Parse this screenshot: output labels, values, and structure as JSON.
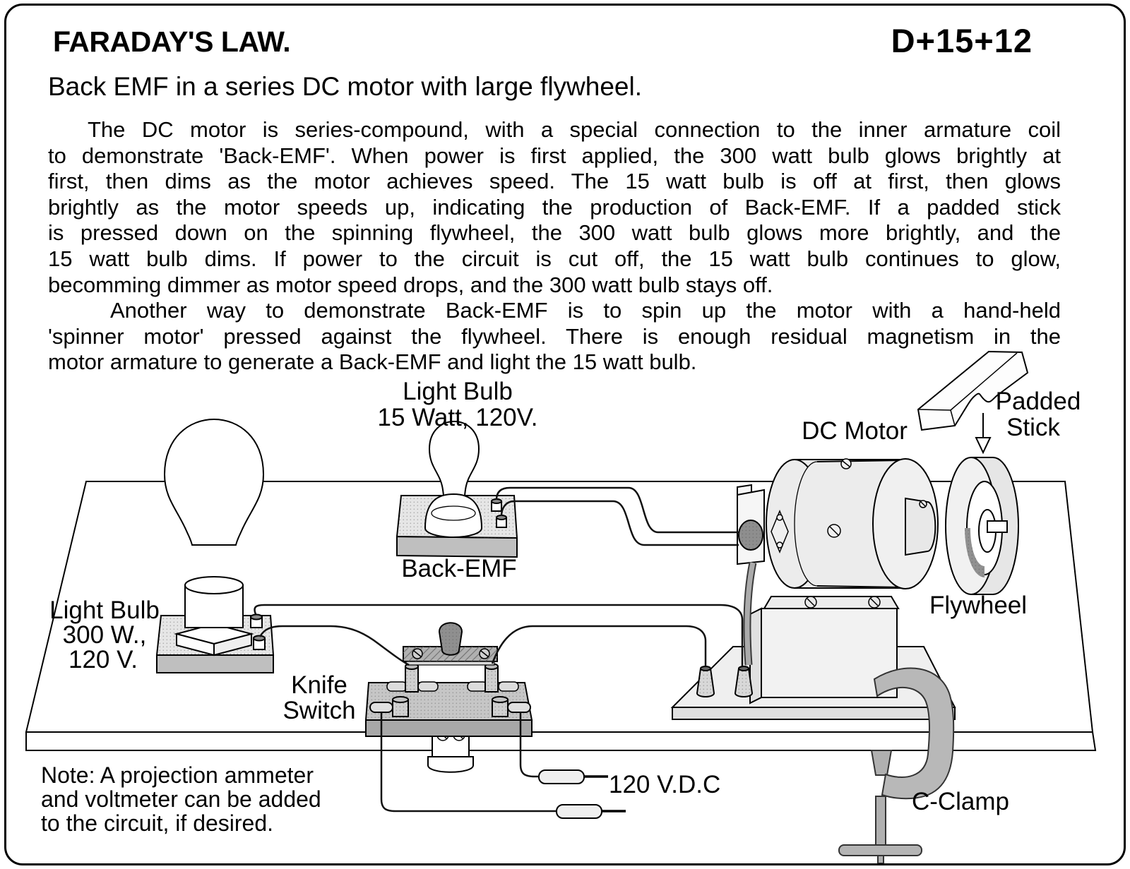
{
  "page": {
    "title": "FARADAY'S LAW.",
    "code": "D+15+12",
    "subtitle": "Back EMF in a series DC motor with large flywheel."
  },
  "body": {
    "p1": {
      "lines": [
        "The DC motor is series-compound, with a special connection to the inner armature coil",
        "to demonstrate 'Back-EMF'. When power is first applied, the 300 watt bulb glows brightly at",
        "first, then dims as the motor achieves speed. The 15 watt bulb is off at first, then glows",
        "brightly as the motor speeds up, indicating the production of Back-EMF.  If a padded stick",
        "is pressed down on the spinning flywheel, the 300 watt bulb glows more brightly, and the",
        "15 watt bulb dims.  If power to the circuit is cut off, the 15 watt bulb continues to glow,",
        "becomming dimmer as motor speed drops, and the 300 watt bulb stays off."
      ]
    },
    "p2": {
      "lines": [
        "Another way to demonstrate Back-EMF is to spin up the motor with a hand-held",
        "'spinner motor' pressed against the flywheel.  There is enough residual magnetism in the",
        "motor armature to generate a Back-EMF and light the 15 watt bulb."
      ]
    }
  },
  "note": {
    "lines": [
      "Note: A projection ammeter",
      "and voltmeter can be added",
      "to the circuit, if desired."
    ]
  },
  "diagram": {
    "labels": {
      "bulb15_line1": "Light Bulb",
      "bulb15_line2": "15 Watt, 120V.",
      "back_emf": "Back-EMF",
      "dc_motor": "DC Motor",
      "padded_line1": "Padded",
      "padded_line2": "Stick",
      "flywheel": "Flywheel",
      "bulb300_line1": "Light Bulb",
      "bulb300_line2": "300 W.,",
      "bulb300_line3": "120 V.",
      "knife_line1": "Knife",
      "knife_line2": "Switch",
      "supply": "120 V.D.C",
      "c_clamp": "C-Clamp"
    },
    "colors": {
      "ink": "#000000",
      "paper": "#ffffff",
      "light_gray": "#ececec",
      "mid_gray": "#c6c6c6",
      "dark_gray": "#8e8e8e",
      "clamp_gray": "#b8b8b8"
    }
  }
}
